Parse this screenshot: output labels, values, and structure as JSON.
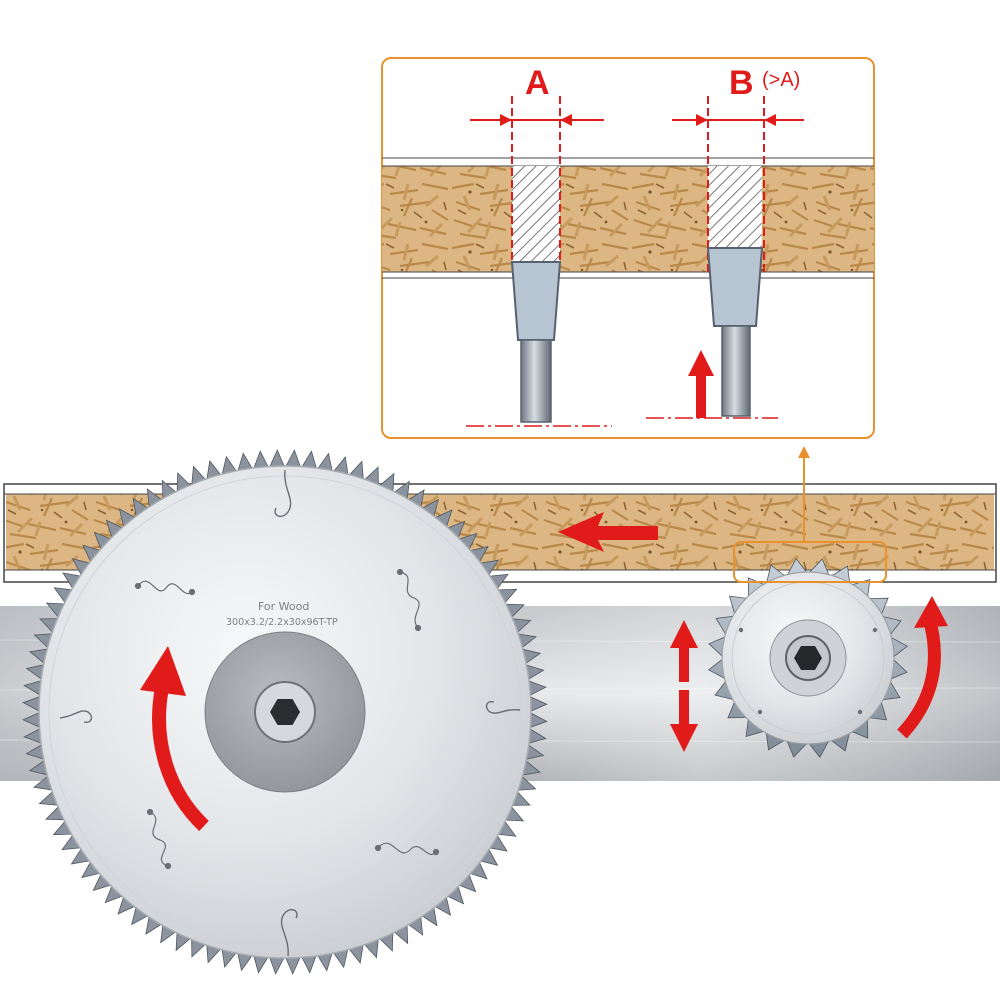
{
  "inset": {
    "label_a": "A",
    "label_b": "B",
    "label_b_note": "(>A)",
    "border_color": "#e8912e"
  },
  "main_blade": {
    "brand": "For Wood",
    "spec": "300x3.2/2.2x30x96T-TP",
    "rotation_icon": "counterclockwise-arrow-icon"
  },
  "scoring_blade": {
    "rotation_icon": "clockwise-arrow-icon",
    "adjust_icon": "up-down-arrow-icon"
  },
  "colors": {
    "accent_red": "#e11a1a",
    "highlight_orange": "#e8912e",
    "board_wood": "#d9b27a",
    "blade_steel": "#dcdfe3"
  },
  "icons": {
    "feed": "left-arrow-icon",
    "lift": "up-arrow-icon"
  }
}
